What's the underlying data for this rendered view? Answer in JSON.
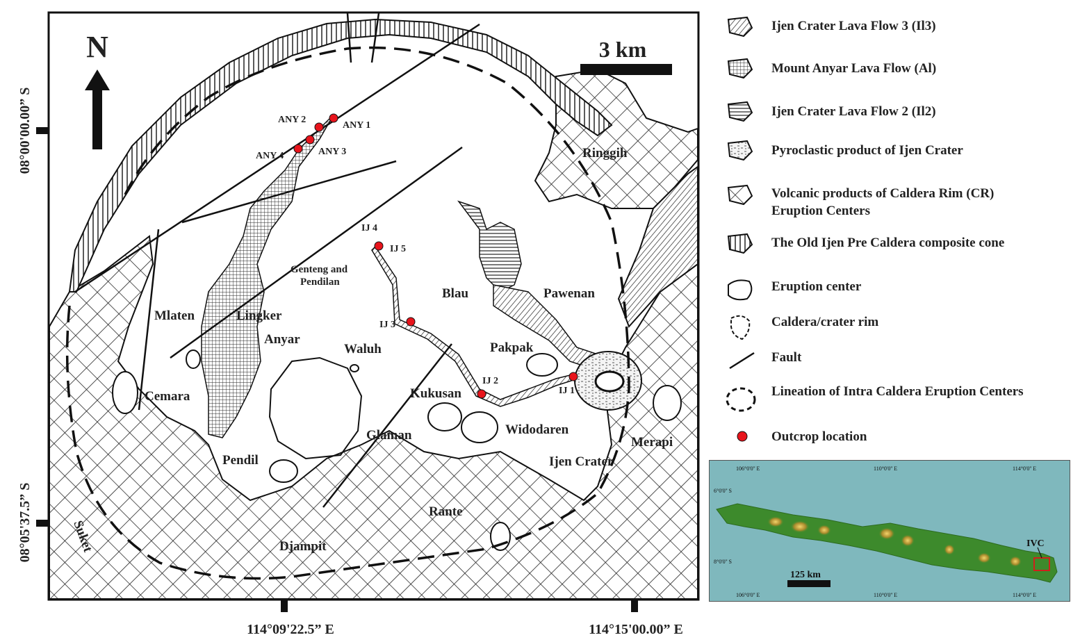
{
  "north_label": "N",
  "scale_bar": {
    "label": "3 km"
  },
  "place_labels": {
    "ringgih": "Ringgih",
    "mlaten": "Mlaten",
    "lingker": "Lingker",
    "anyar": "Anyar",
    "genteng": "Genteng and",
    "pendilan": "Pendilan",
    "blau": "Blau",
    "pawenan": "Pawenan",
    "waluh": "Waluh",
    "pakpak": "Pakpak",
    "cemara": "Cemara",
    "kukusan": "Kukusan",
    "glaman": "Glaman",
    "widodaren": "Widodaren",
    "merapi": "Merapi",
    "pendil": "Pendil",
    "ijen_crater": "Ijen Crater",
    "rante": "Rante",
    "djampit": "Djampit",
    "suket": "Suket"
  },
  "outcrops": [
    {
      "id": "any1",
      "label": "ANY 1"
    },
    {
      "id": "any2",
      "label": "ANY 2"
    },
    {
      "id": "any3",
      "label": "ANY 3"
    },
    {
      "id": "any4",
      "label": "ANY 4"
    },
    {
      "id": "ij1",
      "label": "IJ 1"
    },
    {
      "id": "ij2",
      "label": "IJ 2"
    },
    {
      "id": "ij3",
      "label": "IJ 3"
    },
    {
      "id": "ij4",
      "label": "IJ 4"
    },
    {
      "id": "ij5",
      "label": "IJ 5"
    }
  ],
  "axes": {
    "lat_top": "08°00'00.00” S",
    "lat_bottom": "08°05'37.5” S",
    "lon_left": "114°09'22.5” E",
    "lon_right": "114°15'00.00” E"
  },
  "legend": [
    {
      "key": "il3",
      "label": "Ijen Crater Lava Flow 3 (Il3)"
    },
    {
      "key": "al",
      "label": "Mount Anyar Lava Flow (Al)"
    },
    {
      "key": "il2",
      "label": "Ijen Crater Lava Flow 2 (Il2)"
    },
    {
      "key": "pyro",
      "label": "Pyroclastic product of Ijen Crater"
    },
    {
      "key": "cr1",
      "label": "Volcanic products of Caldera Rim (CR)"
    },
    {
      "key": "cr2",
      "label": "Eruption Centers"
    },
    {
      "key": "old",
      "label": "The Old Ijen Pre Caldera composite cone"
    },
    {
      "key": "ec",
      "label": "Eruption center"
    },
    {
      "key": "rim",
      "label": "Caldera/crater rim"
    },
    {
      "key": "fault",
      "label": "Fault"
    },
    {
      "key": "lin",
      "label": "Lineation of Intra Caldera Eruption Centers"
    },
    {
      "key": "outcrop",
      "label": "Outcrop location"
    }
  ],
  "inset": {
    "lon_left": "106°0'0'' E",
    "lon_mid": "110°0'0'' E",
    "lon_right": "114°0'0'' E",
    "lat_top": "6°0'0'' S",
    "lat_bottom": "8°0'0'' S",
    "scale": "125 km",
    "ivc": "IVC"
  },
  "colors": {
    "outcrop": "#e8141c",
    "inset_sea": "#7fb8bd",
    "inset_land": "#3d8a2c"
  }
}
